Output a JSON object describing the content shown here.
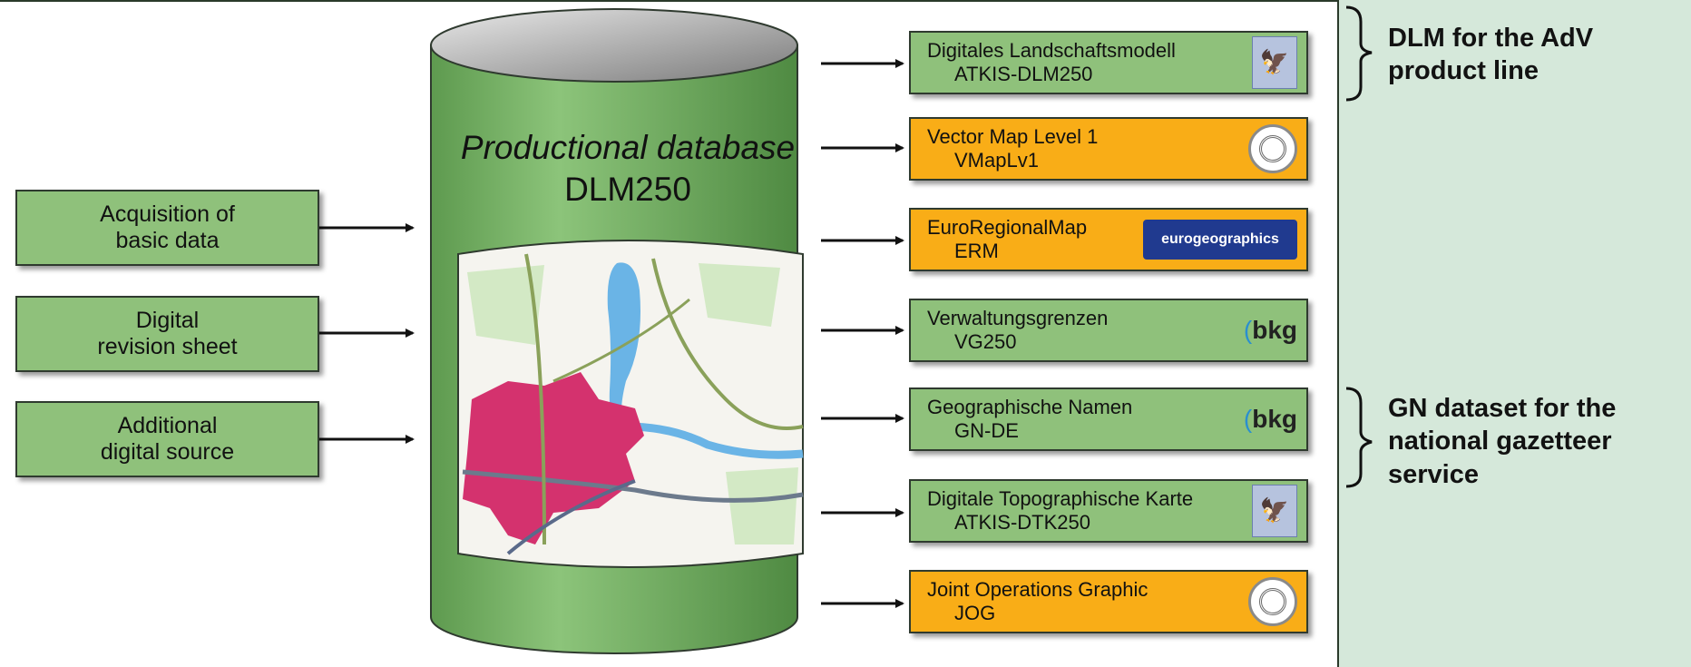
{
  "database": {
    "title_line1": "Productional database",
    "title_line2": "DLM250"
  },
  "inputs": [
    {
      "line1": "Acquisition of",
      "line2": "basic data"
    },
    {
      "line1": "Digital",
      "line2": "revision sheet"
    },
    {
      "line1": "Additional",
      "line2": "digital source"
    }
  ],
  "outputs": [
    {
      "line1": "Digitales Landschaftsmodell",
      "line2": "ATKIS-DLM250",
      "color": "#8fc17b",
      "logo": "adv-eagle-icon"
    },
    {
      "line1": "Vector Map Level 1",
      "line2": "VMapLv1",
      "color": "#f9ad17",
      "logo": "military-seal-icon"
    },
    {
      "line1": "EuroRegionalMap",
      "line2": "ERM",
      "color": "#f9ad17",
      "logo": "eurogeographics-logo",
      "logo_text": "eurogeographics"
    },
    {
      "line1": "Verwaltungsgrenzen",
      "line2": "VG250",
      "color": "#8fc17b",
      "logo": "bkg-logo",
      "logo_text": "bkg"
    },
    {
      "line1": "Geographische Namen",
      "line2": "GN-DE",
      "color": "#8fc17b",
      "logo": "bkg-logo",
      "logo_text": "bkg"
    },
    {
      "line1": "Digitale Topographische Karte",
      "line2": "ATKIS-DTK250",
      "color": "#8fc17b",
      "logo": "adv-eagle-icon"
    },
    {
      "line1": "Joint Operations Graphic",
      "line2": "JOG",
      "color": "#f9ad17",
      "logo": "military-seal-icon"
    }
  ],
  "annotations": [
    {
      "line1": "DLM for the AdV",
      "line2": "product line"
    },
    {
      "line1": "GN dataset for the",
      "line2": "national gazetteer",
      "line3": "service"
    }
  ],
  "colors": {
    "cylinder_green": "#6fa85e",
    "box_green": "#8fc17b",
    "box_orange": "#f9ad17",
    "side_panel": "#d5e8da",
    "settlement_magenta": "#d4326e",
    "water_blue": "#6ab4e6"
  }
}
